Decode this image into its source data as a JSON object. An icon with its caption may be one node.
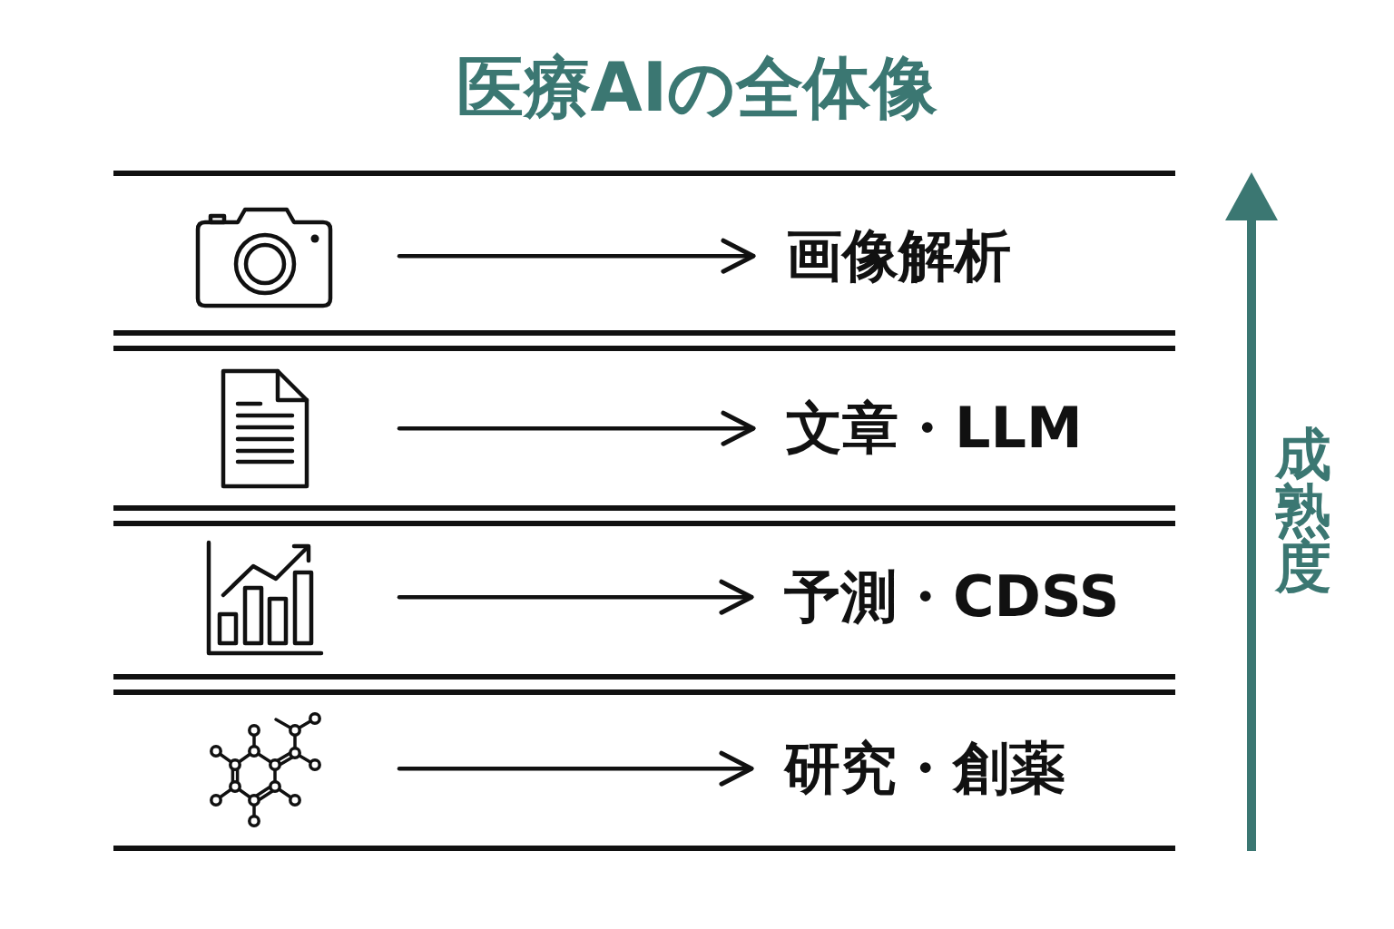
{
  "diagram": {
    "title": "医療AIの全体像",
    "nodes": [
      {
        "text": [],
        "shape": "picture"
      },
      {
        "text": [
          "画像解析"
        ]
      },
      {
        "text": [],
        "shape": "picture"
      },
      {
        "text": [
          "文章・LLM"
        ]
      },
      {
        "text": [],
        "shape": "picture"
      },
      {
        "text": [
          "予測・CDSS"
        ]
      },
      {
        "text": [],
        "shape": "picture"
      },
      {
        "text": [
          "研究・創薬"
        ]
      }
    ],
    "edges": [
      {
        "from": 0,
        "to": 1,
        "arrow": "to"
      },
      {
        "from": 2,
        "to": 3,
        "arrow": "to"
      },
      {
        "from": 4,
        "to": 5,
        "arrow": "to"
      },
      {
        "from": 6,
        "to": 7,
        "arrow": "to"
      }
    ],
    "labels": [
      "成熟度"
    ]
  }
}
